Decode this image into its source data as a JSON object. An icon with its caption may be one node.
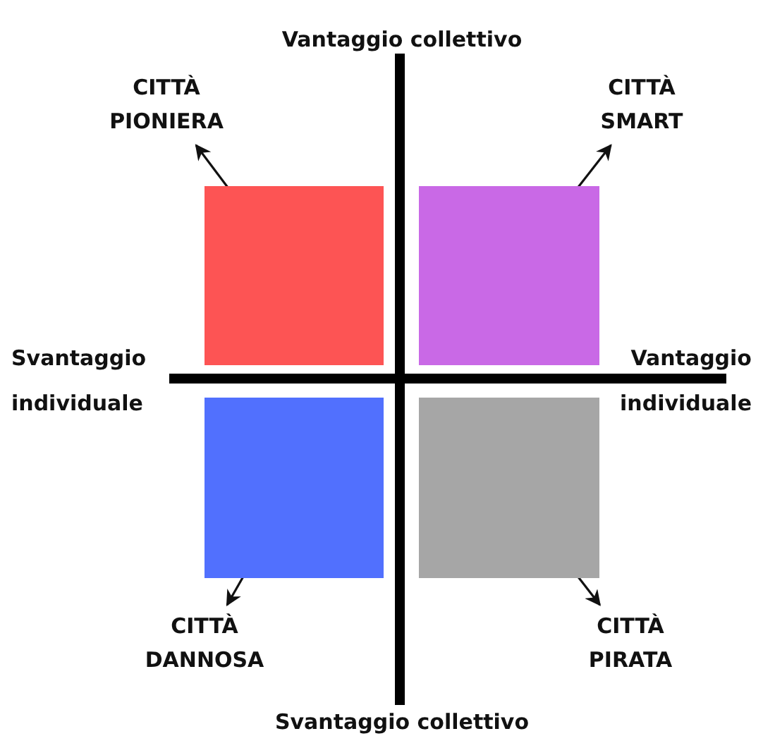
{
  "diagram": {
    "nodes": [
      {
        "text": [
          "CITTÀ PIONIERA"
        ]
      },
      {
        "text": [
          "CITTÀ SMART"
        ]
      },
      {
        "text": [],
        "shape": "box"
      },
      {
        "text": [],
        "shape": "box"
      },
      {
        "text": [],
        "shape": "box"
      },
      {
        "text": [],
        "shape": "box"
      },
      {
        "text": [
          "CITTÀ DANNOSA"
        ]
      },
      {
        "text": [
          "CITTÀ PIRATA"
        ]
      }
    ],
    "edges": [
      {
        "from": 2,
        "to": 0,
        "arrow": "to"
      },
      {
        "from": 3,
        "to": 1,
        "arrow": "to"
      },
      {
        "from": 4,
        "to": 6,
        "arrow": "to"
      },
      {
        "from": 5,
        "to": 7,
        "arrow": "to"
      }
    ],
    "labels": [
      "Vantaggio collettivo",
      "Svantaggio individuale",
      "Vantaggio individuale",
      "Svantaggio collettivo"
    ]
  }
}
